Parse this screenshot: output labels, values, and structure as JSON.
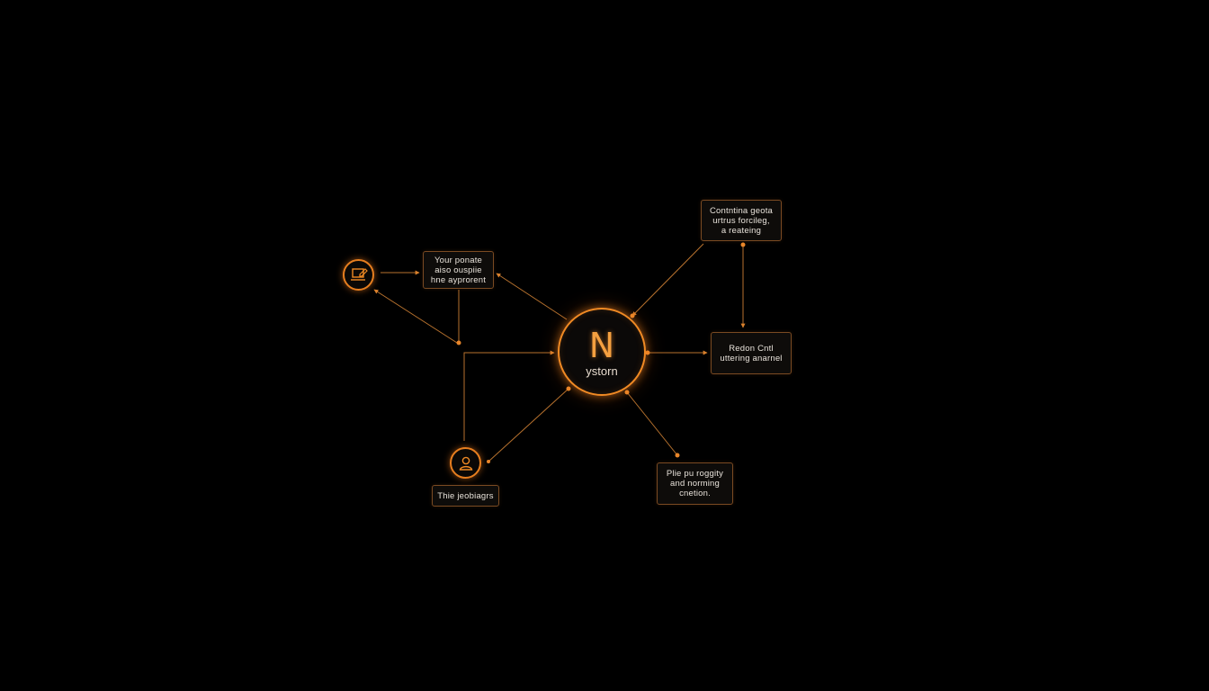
{
  "hub": {
    "letter": "N",
    "label": "ystorn"
  },
  "nodes": {
    "top_left_box": [
      "Your ponate",
      "aiso ouspiie",
      "hne ayprorent"
    ],
    "top_right_box": [
      "Contntina geota",
      "urtrus forcileg,",
      "a reateing"
    ],
    "right_box": [
      "Redon Cntl",
      "uttering anarnel"
    ],
    "bottom_right_box": [
      "Plie pu roggity",
      "and norming",
      "cnetion."
    ],
    "bottom_left_label": "Thie jeobiagrs"
  },
  "icons": {
    "top_left": "laptop-edit-icon",
    "bottom_left": "user-icon"
  },
  "colors": {
    "background": "#000000",
    "accent": "#f08a24",
    "edge": "#b8722e",
    "box_border": "#7a4a22",
    "text": "#e8e2da"
  }
}
